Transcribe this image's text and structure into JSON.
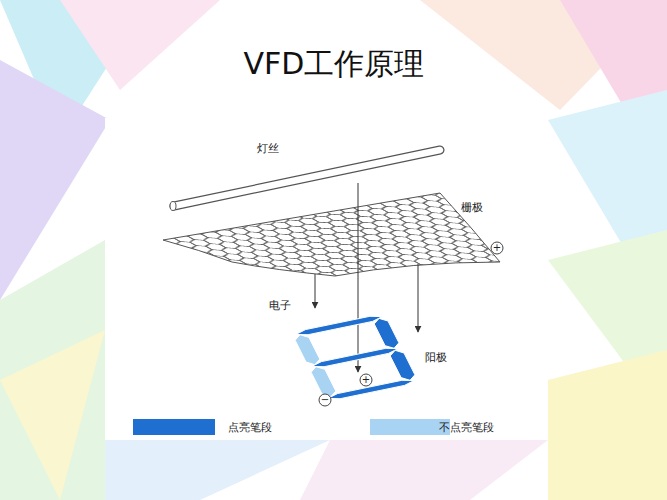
{
  "diagram": {
    "title": "VFD工作原理",
    "labels": [
      "灯丝",
      "栅极",
      "+",
      "电子",
      "阳极",
      "+",
      "−"
    ],
    "legend": [
      {
        "text": "点亮笔段",
        "color": "#1f6fd0"
      },
      {
        "text": "不点亮笔段",
        "color": "#a9d3f2"
      }
    ]
  }
}
